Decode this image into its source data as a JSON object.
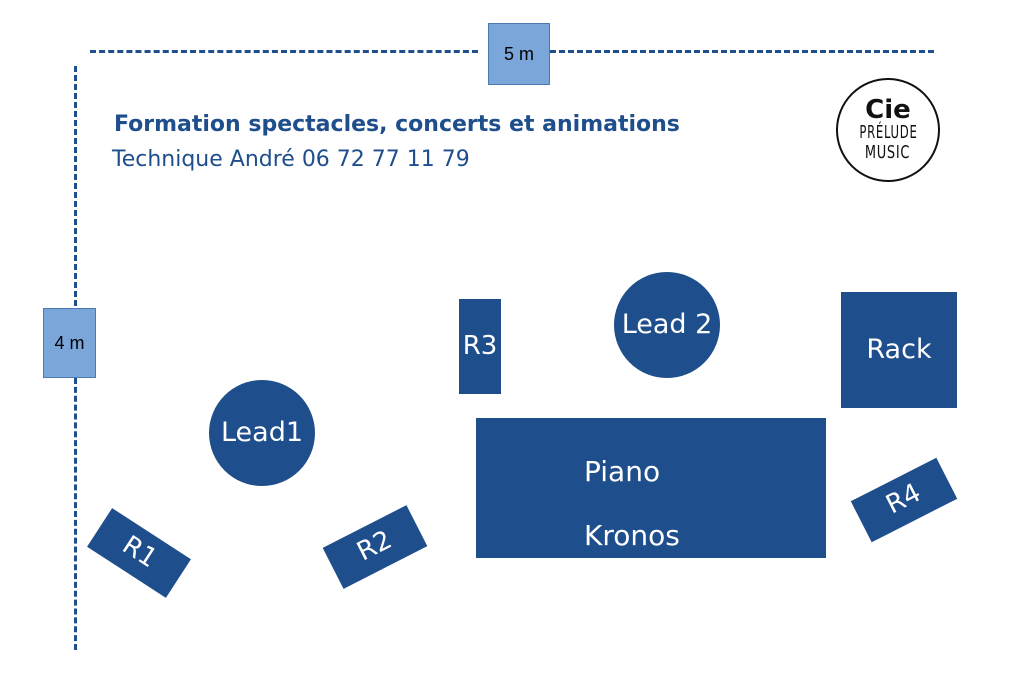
{
  "dimensions": {
    "width_label": "5 m",
    "height_label": "4 m"
  },
  "header": {
    "title": "Formation spectacles, concerts et animations",
    "subtitle": "Technique André 06 72 77 11 79"
  },
  "logo": {
    "line1": "Cie",
    "line2": "PRÉLUDE",
    "line3": "MUSIC"
  },
  "stage": {
    "lead1": "Lead1",
    "lead2": "Lead 2",
    "r1": "R1",
    "r2": "R2",
    "r3": "R3",
    "r4": "R4",
    "rack": "Rack",
    "piano_line1": "Piano",
    "piano_line2": "Kronos"
  },
  "colors": {
    "element_blue": "#1f4e8c",
    "dimension_box": "#7aa6da",
    "background": "#ffffff"
  }
}
